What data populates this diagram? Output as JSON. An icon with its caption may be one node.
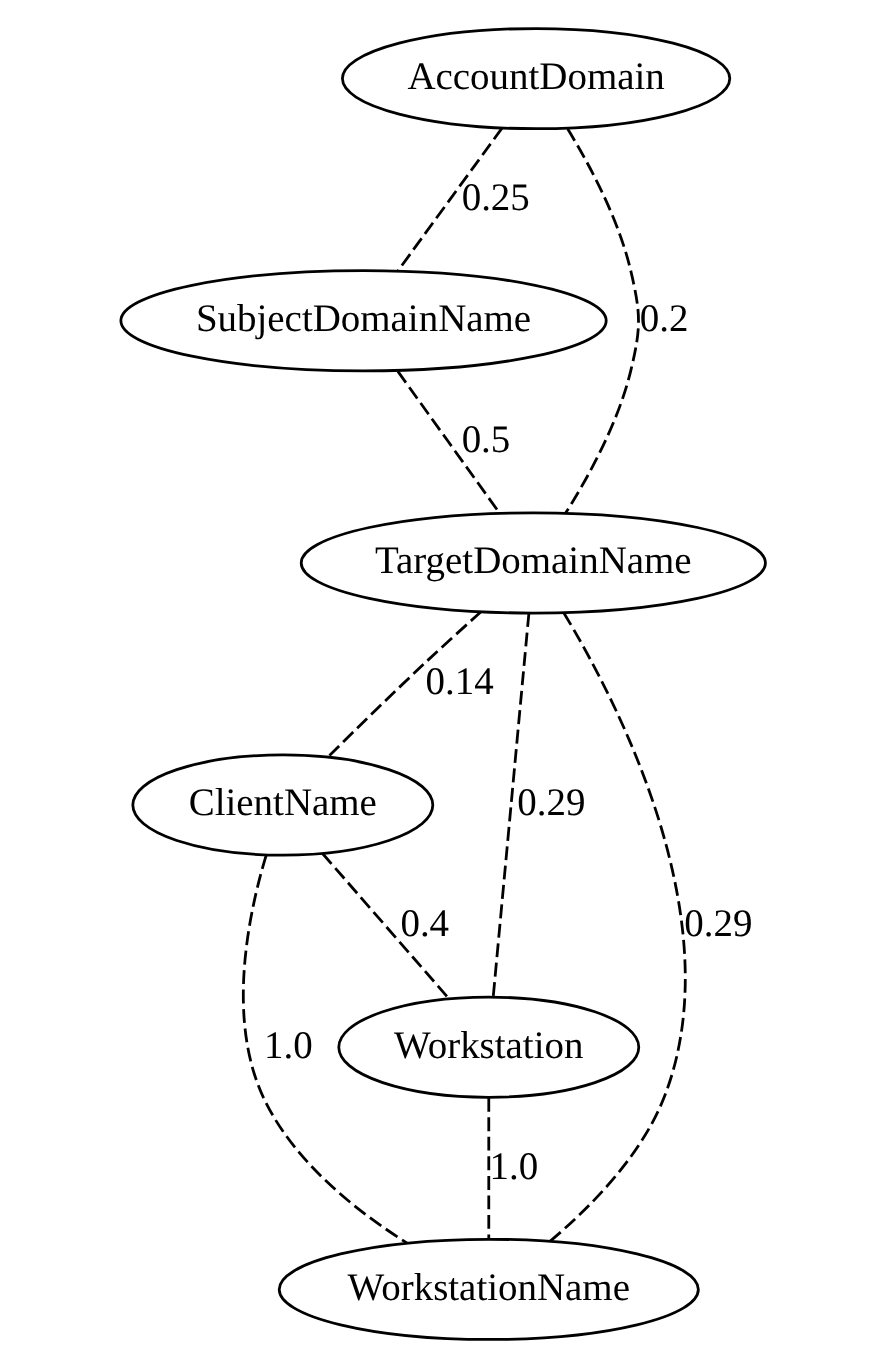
{
  "diagram": {
    "nodes": [
      {
        "text": [
          "AccountDomain"
        ]
      },
      {
        "text": [
          "SubjectDomainName"
        ]
      },
      {
        "text": [
          "TargetDomainName"
        ]
      },
      {
        "text": [
          "ClientName"
        ]
      },
      {
        "text": [
          "Workstation"
        ]
      },
      {
        "text": [
          "WorkstationName"
        ]
      }
    ],
    "edges": [
      {
        "from": 0,
        "to": 1,
        "arrow": "none",
        "label": "0.25",
        "style": "dashed"
      },
      {
        "from": 0,
        "to": 2,
        "arrow": "none",
        "label": "0.2",
        "style": "dashed"
      },
      {
        "from": 1,
        "to": 2,
        "arrow": "none",
        "label": "0.5",
        "style": "dashed"
      },
      {
        "from": 2,
        "to": 3,
        "arrow": "none",
        "label": "0.14",
        "style": "dashed"
      },
      {
        "from": 2,
        "to": 4,
        "arrow": "none",
        "label": "0.29",
        "style": "dashed"
      },
      {
        "from": 2,
        "to": 5,
        "arrow": "none",
        "label": "0.29",
        "style": "dashed"
      },
      {
        "from": 3,
        "to": 4,
        "arrow": "none",
        "label": "0.4",
        "style": "dashed"
      },
      {
        "from": 3,
        "to": 5,
        "arrow": "none",
        "label": "1.0",
        "style": "dashed"
      },
      {
        "from": 4,
        "to": 5,
        "arrow": "none",
        "label": "1.0",
        "style": "dashed"
      }
    ]
  }
}
